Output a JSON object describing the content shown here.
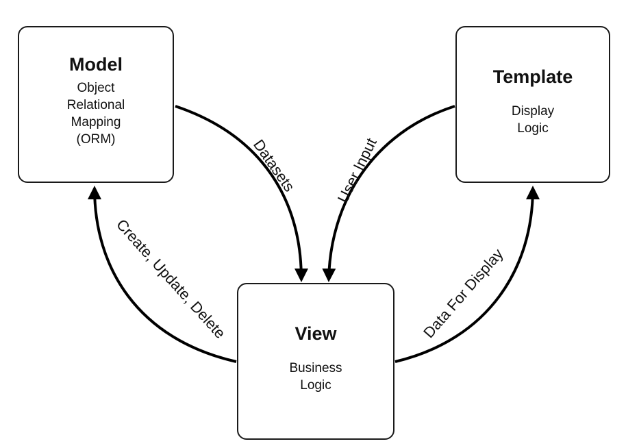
{
  "nodes": {
    "model": {
      "title": "Model",
      "lines": [
        "Object",
        "Relational",
        "Mapping",
        "(ORM)"
      ]
    },
    "template": {
      "title": "Template",
      "lines": [
        "Display",
        "Logic"
      ]
    },
    "view": {
      "title": "View",
      "lines": [
        "Business",
        "Logic"
      ]
    }
  },
  "edges": [
    {
      "from": "Model",
      "to": "View",
      "label": "Datasets"
    },
    {
      "from": "Template",
      "to": "View",
      "label": "User Input"
    },
    {
      "from": "View",
      "to": "Model",
      "label": "Create, Update, Delete"
    },
    {
      "from": "View",
      "to": "Template",
      "label": "Data For Display"
    }
  ],
  "colors": {
    "stroke": "#000000",
    "text": "#111111",
    "background": "#ffffff"
  }
}
